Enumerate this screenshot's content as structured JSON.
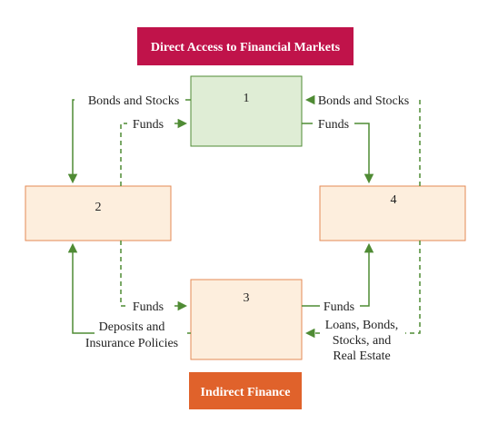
{
  "title_banner": {
    "label": "Direct Access to Financial Markets",
    "color": "#c0134a"
  },
  "bottom_banner": {
    "label": "Indirect Finance",
    "color": "#e0622b"
  },
  "boxes": {
    "box1": {
      "label": "1",
      "fill": "#dfedd5",
      "stroke": "#4f8b34"
    },
    "box2": {
      "label": "2",
      "fill": "#fdeedd",
      "stroke": "#e48a55"
    },
    "box3": {
      "label": "3",
      "fill": "#fdeedd",
      "stroke": "#e48a55"
    },
    "box4": {
      "label": "4",
      "fill": "#fdeedd",
      "stroke": "#e48a55"
    }
  },
  "labels": {
    "bonds_stocks_left": "Bonds and Stocks",
    "funds_upper_left": "Funds",
    "bonds_stocks_right": "Bonds and Stocks",
    "funds_upper_right": "Funds",
    "funds_lower_left": "Funds",
    "funds_lower_right": "Funds",
    "deposits_line1": "Deposits and",
    "deposits_line2": "Insurance Policies",
    "loans_line1": "Loans, Bonds,",
    "loans_line2": "Stocks, and",
    "loans_line3": "Real Estate"
  },
  "colors": {
    "arrow": "#4f8b34",
    "banner_text": "#ffffff"
  }
}
